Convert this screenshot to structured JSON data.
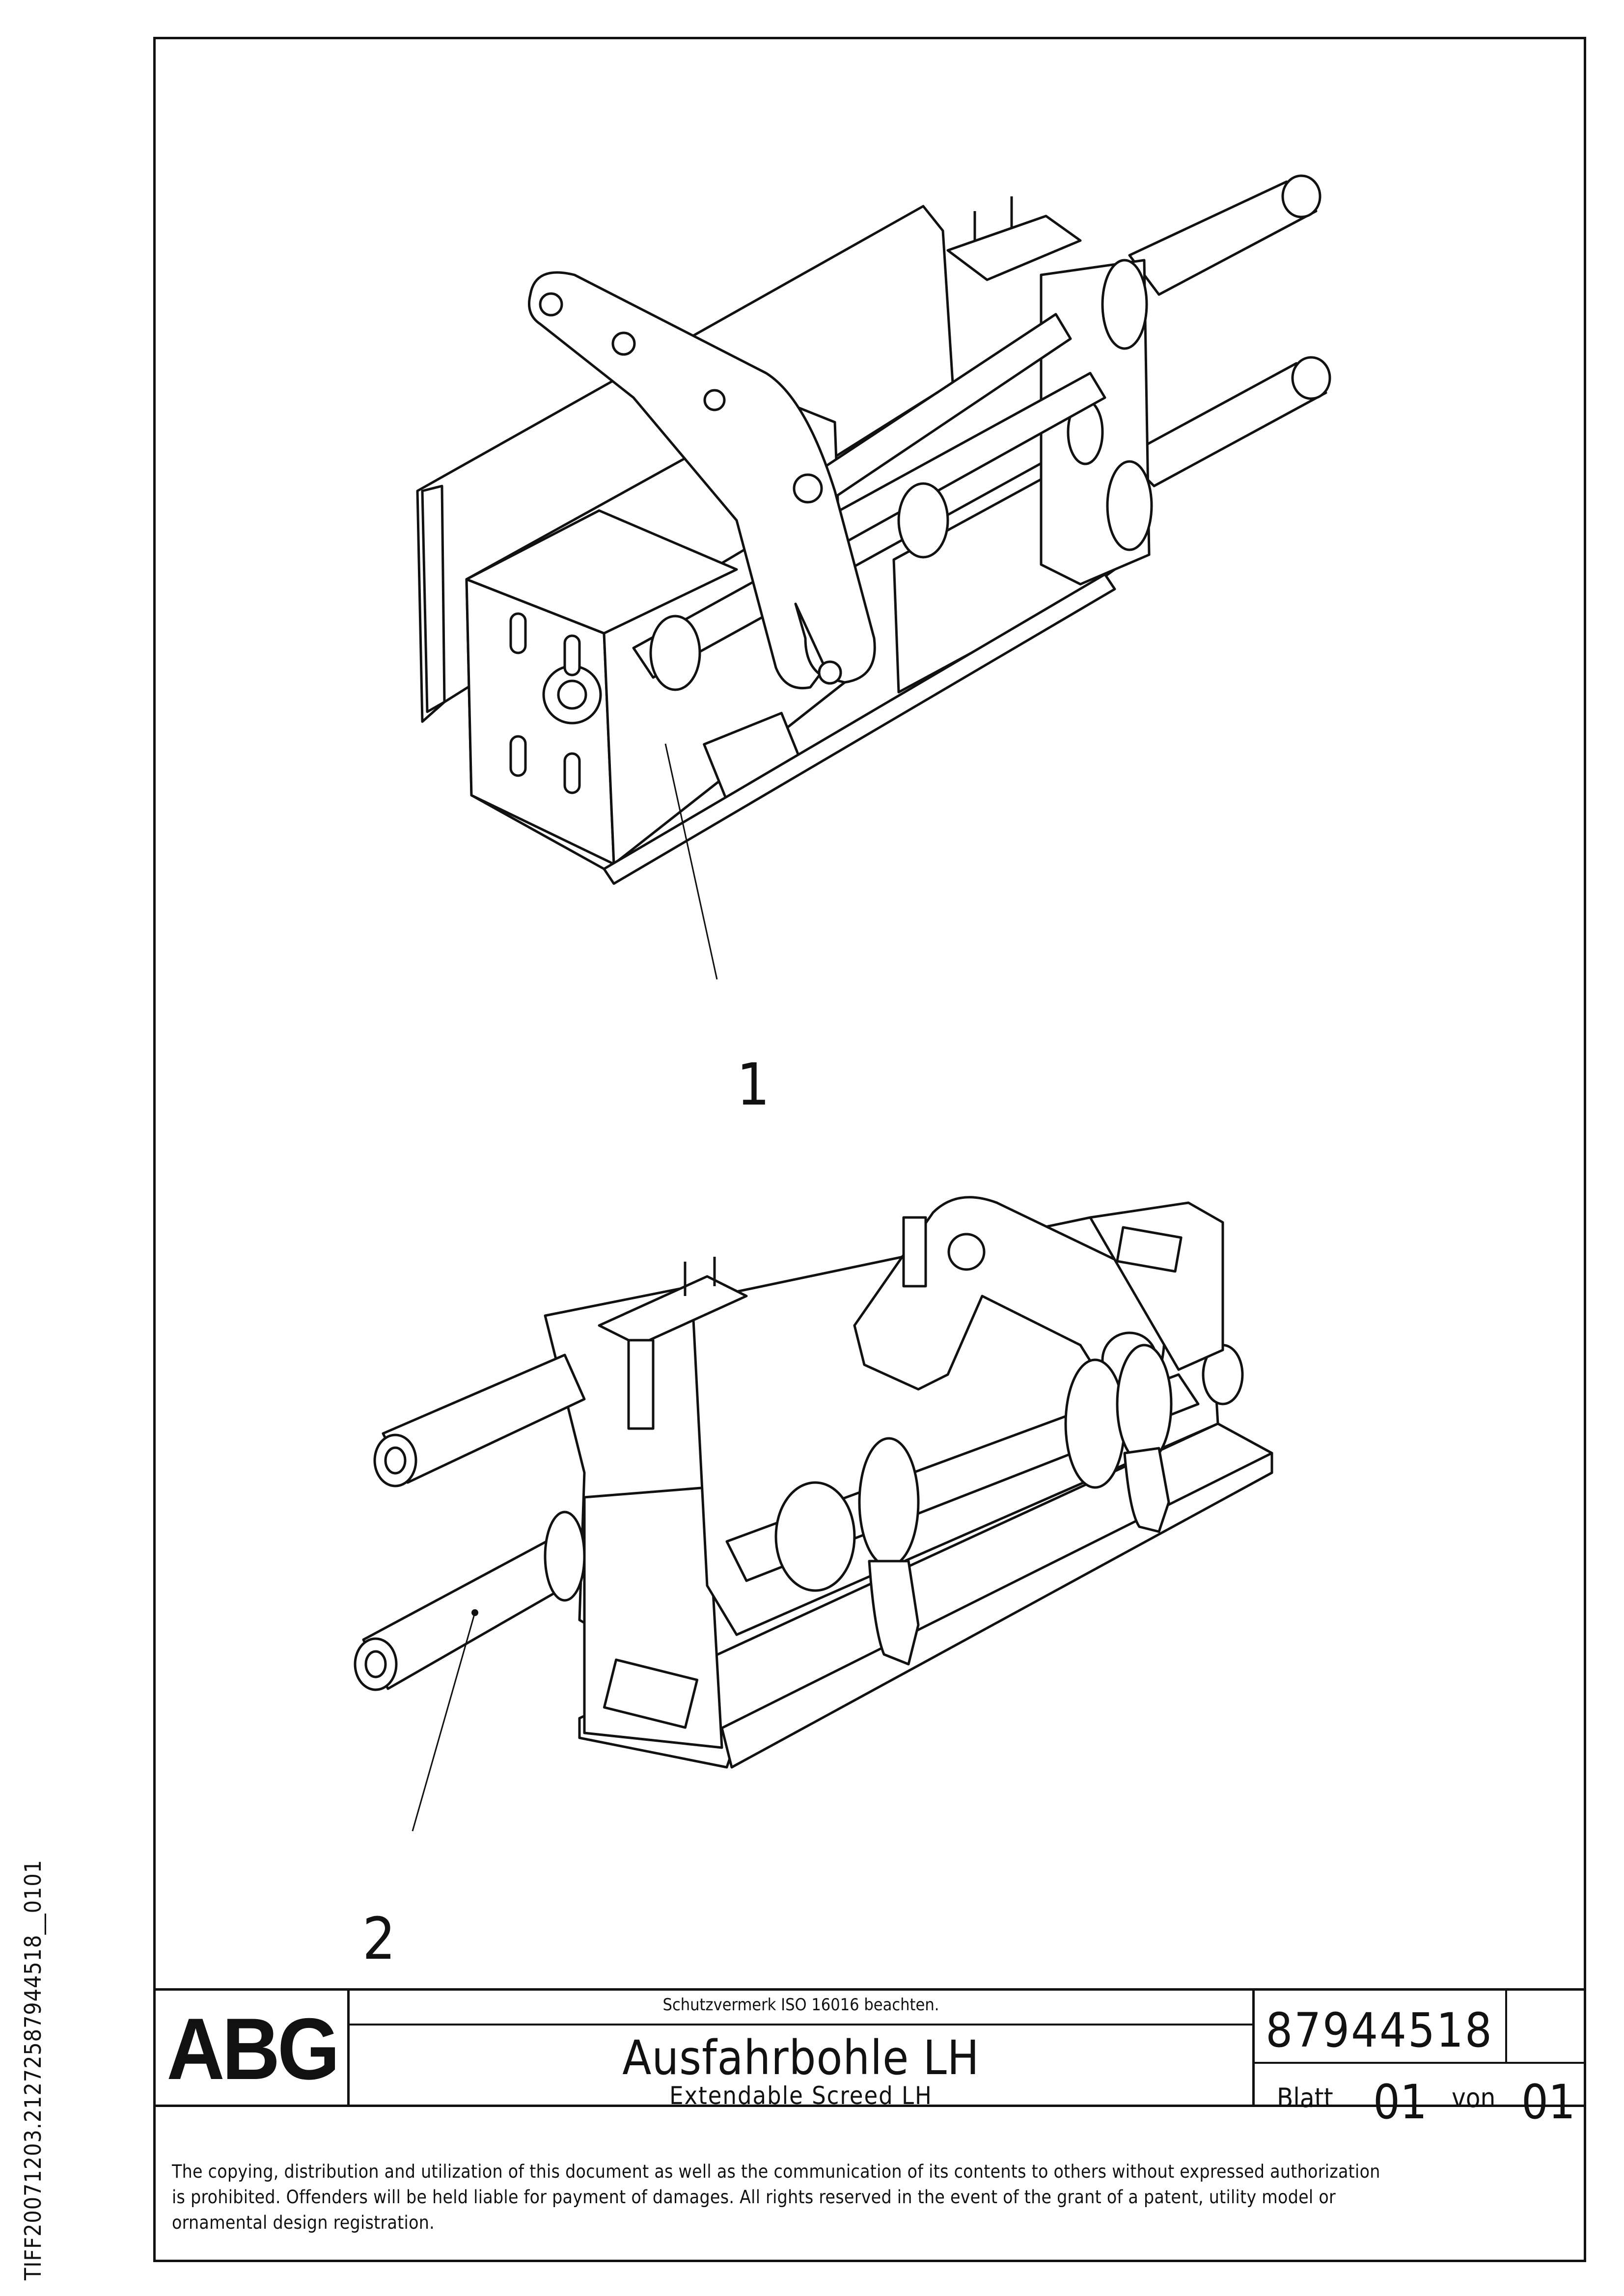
{
  "drawing": {
    "callouts": [
      "1",
      "2"
    ],
    "file_reference": "TIFF20071203.21272587944518__0101"
  },
  "title_block": {
    "logo_text": "ABG",
    "protection_notice": "Schutzvermerk ISO 16016 beachten.",
    "title_de": "Ausfahrbohle LH",
    "title_en": "Extendable Screed LH",
    "part_number": "87944518",
    "sheet_label": "Blatt",
    "sheet_value": "01",
    "of_label": "von",
    "of_value": "01"
  },
  "legal_notice": {
    "lines": [
      "The copying, distribution and utilization of this document as well as the communication of its contents to others without expressed authorization",
      "is prohibited. Offenders will be held liable for payment of damages. All rights reserved in the event of the grant of a patent, utility model or",
      "ornamental design registration."
    ]
  }
}
